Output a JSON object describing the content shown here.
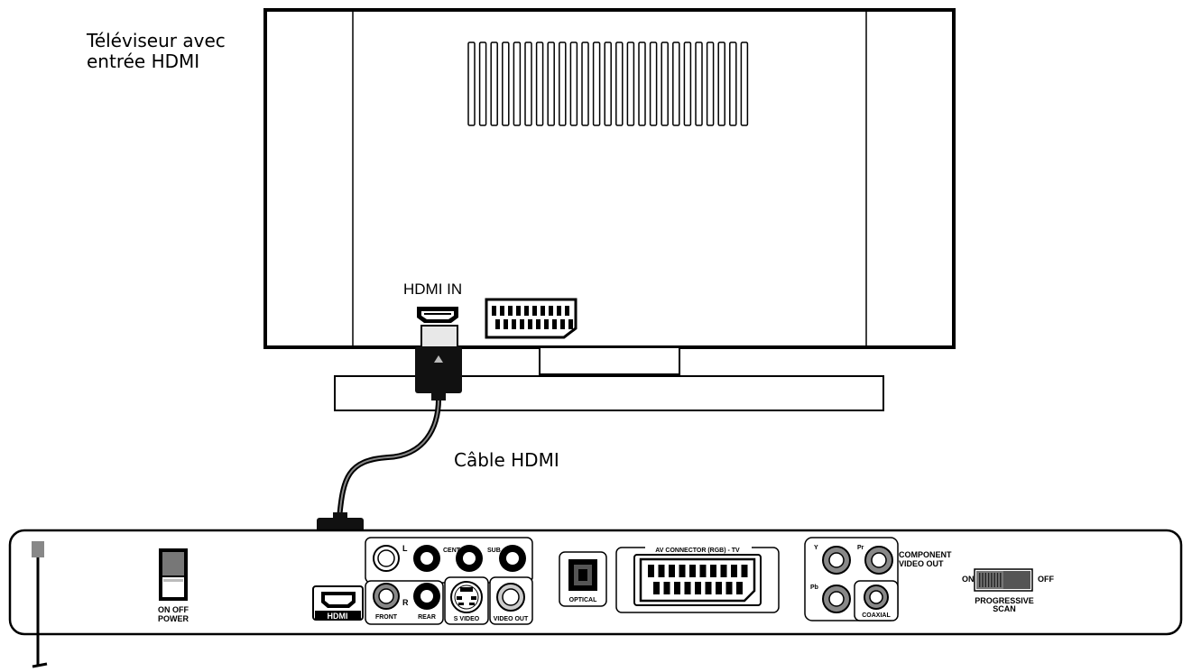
{
  "tv": {
    "caption_line1": "Téléviseur avec",
    "caption_line2": "entrée HDMI",
    "hdmi_in_label": "HDMI IN"
  },
  "cable": {
    "caption": "Câble HDMI"
  },
  "player": {
    "power_label_line1": "ON OFF",
    "power_label_line2": "POWER",
    "hdmi_label": "HDMI",
    "audio": {
      "l_label": "L",
      "r_label": "R",
      "cent_label": "CENT",
      "sub_label": "SUB",
      "front_label": "FRONT",
      "rear_label": "REAR"
    },
    "s_video_label": "S VIDEO",
    "video_out_label": "VIDEO OUT",
    "optical_label": "OPTICAL",
    "av_connector_label": "AV CONNECTOR (RGB) - TV",
    "component": {
      "y_label": "Y",
      "pr_label": "Pr",
      "pb_label": "Pb",
      "title_line1": "COMPONENT",
      "title_line2": "VIDEO OUT",
      "coaxial_label": "COAXIAL"
    },
    "progressive": {
      "on_label": "ON",
      "off_label": "OFF",
      "title_line1": "PROGRESSIVE",
      "title_line2": "SCAN"
    }
  }
}
